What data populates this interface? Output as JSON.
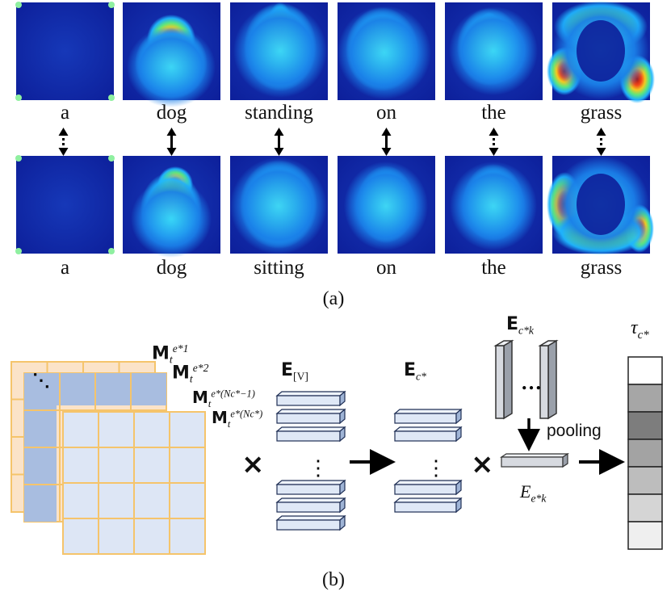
{
  "panel_a": {
    "top_words": [
      "a",
      "dog",
      "standing",
      "on",
      "the",
      "grass"
    ],
    "bottom_words": [
      "a",
      "dog",
      "sitting",
      "on",
      "the",
      "grass"
    ],
    "connector_styles": [
      "dashed",
      "solid",
      "solid",
      "solid",
      "dashed",
      "dashed"
    ],
    "caption": "(a)"
  },
  "panel_b": {
    "caption": "(b)",
    "mask_1": "M",
    "mask_1_sub": "t",
    "mask_1_sup": "e*1",
    "mask_2": "M",
    "mask_2_sub": "t",
    "mask_2_sup": "e*2",
    "mask_3": "M",
    "mask_3_sub": "t",
    "mask_3_sup": "e*(Nc*−1)",
    "mask_4": "M",
    "mask_4_sub": "t",
    "mask_4_sup": "e*(Nc*)",
    "e_v": "E",
    "e_v_sub": "[V]",
    "e_c": "E",
    "e_c_sub": "c*",
    "e_ck": "E",
    "e_ck_sub": "c*k",
    "pooling": "pooling",
    "e_ek": "E",
    "e_ek_sub": "e*k",
    "tau": "τ",
    "tau_sub": "c*",
    "times_symbol": "×",
    "ellipsis": "⋯"
  },
  "colors": {
    "grid_face": "#dde6f5",
    "grid_line": "#f5c46b",
    "grid_dark": "#a8bde0",
    "grid_back": "#fbe3c8",
    "slab_face": "#dfe8f6",
    "slab_side": "#9fb4d6",
    "pool_face": "#d7dae0",
    "tau_cells": [
      "#ffffff",
      "#a6a6a6",
      "#7d7d7d",
      "#a3a3a3",
      "#bdbdbd",
      "#d5d5d5",
      "#efefef"
    ]
  }
}
